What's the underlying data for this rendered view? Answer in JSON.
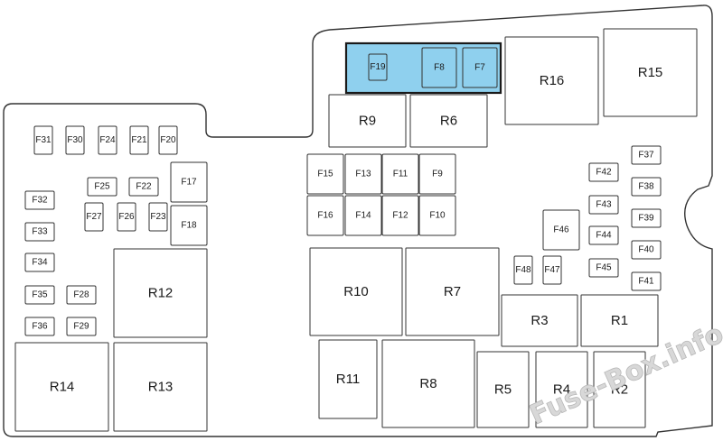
{
  "watermark": "Fuse-Box.info",
  "colors": {
    "highlight": "#8fd0ee",
    "stroke": "#333333",
    "background": "#ffffff"
  },
  "relays": [
    "R1",
    "R2",
    "R3",
    "R4",
    "R5",
    "R6",
    "R7",
    "R8",
    "R9",
    "R10",
    "R11",
    "R12",
    "R13",
    "R14",
    "R15",
    "R16"
  ],
  "fuses": [
    "F7",
    "F8",
    "F9",
    "F10",
    "F11",
    "F12",
    "F13",
    "F14",
    "F15",
    "F16",
    "F17",
    "F18",
    "F19",
    "F20",
    "F21",
    "F22",
    "F23",
    "F24",
    "F25",
    "F26",
    "F27",
    "F28",
    "F29",
    "F30",
    "F31",
    "F32",
    "F33",
    "F34",
    "F35",
    "F36",
    "F37",
    "F38",
    "F39",
    "F40",
    "F41",
    "F42",
    "F43",
    "F44",
    "F45",
    "F46",
    "F47",
    "F48"
  ],
  "highlighted": [
    "F7",
    "F8",
    "F19"
  ]
}
